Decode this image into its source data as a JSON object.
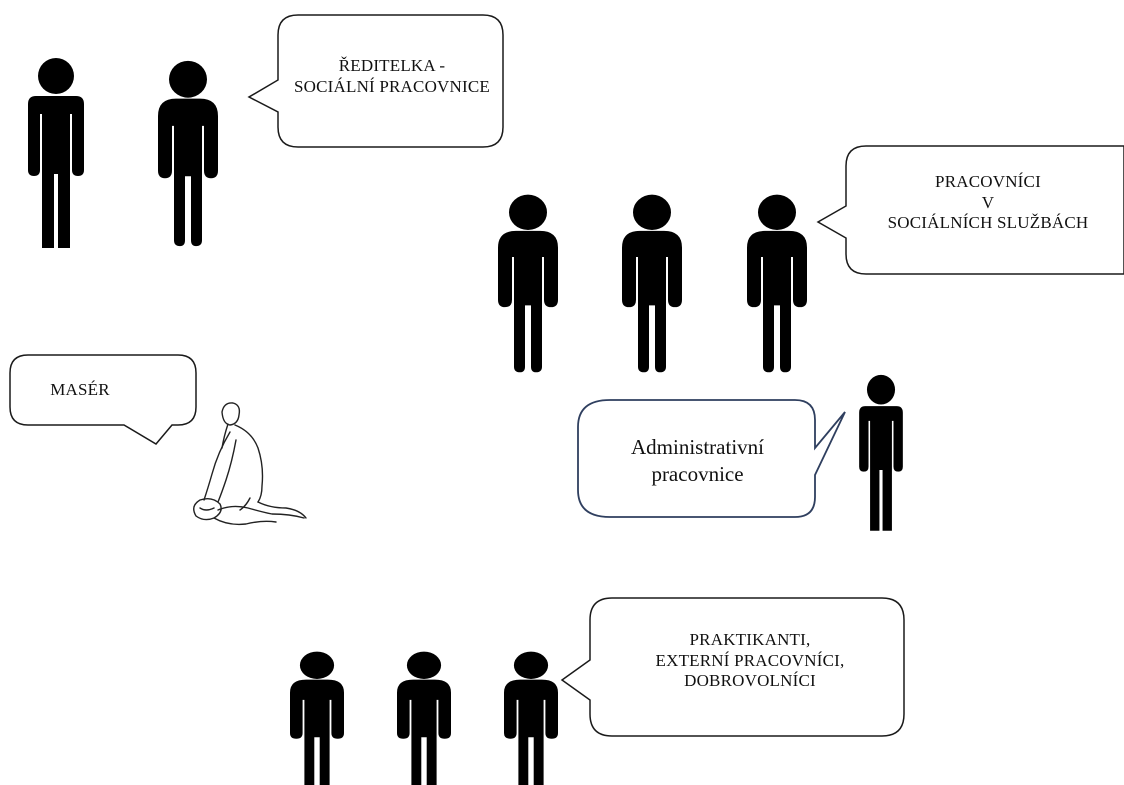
{
  "groups": {
    "director": {
      "lines": [
        "ŘEDITELKA -",
        "SOCIÁLNÍ PRACOVNICE"
      ],
      "icon": "person-icon",
      "count": 2
    },
    "social_workers": {
      "lines": [
        "PRACOVNÍCI",
        "V",
        "SOCIÁLNÍCH SLUŽBÁCH"
      ],
      "icon": "person-icon",
      "count": 3
    },
    "masseur": {
      "lines": [
        "MASÉR"
      ],
      "icon": "massage-icon"
    },
    "admin": {
      "lines": [
        "Administrativní",
        "pracovnice"
      ],
      "icon": "person-icon",
      "count": 1
    },
    "interns": {
      "lines": [
        "PRAKTIKANTI,",
        "EXTERNÍ PRACOVNÍCI,",
        "DOBROVOLNÍCI"
      ],
      "icon": "person-icon",
      "count": 3
    }
  },
  "colors": {
    "figure": "#000000",
    "bubble_stroke": "#1a1a1a",
    "admin_bubble_stroke": "#2f3f5f"
  }
}
